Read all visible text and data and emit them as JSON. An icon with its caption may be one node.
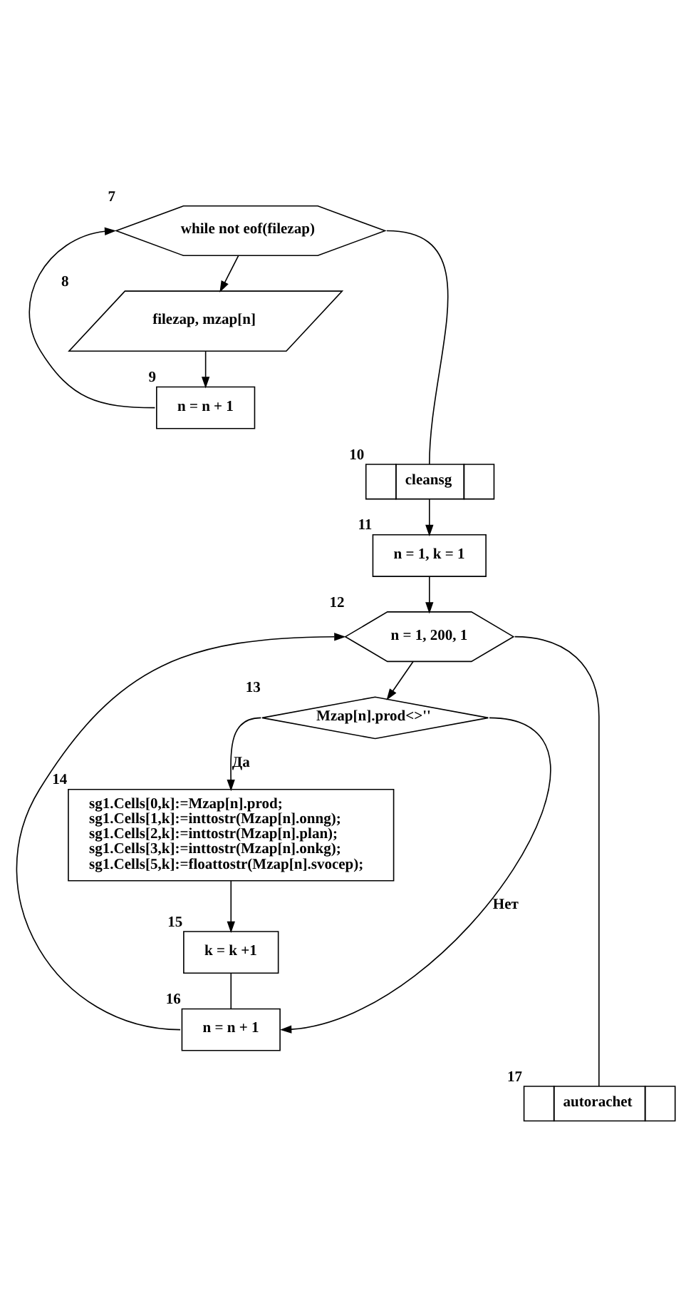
{
  "diagram": {
    "nodes": [
      {
        "text": [
          "while not eof(filezap)"
        ],
        "beside": [
          "7"
        ]
      },
      {
        "text": [
          "filezap, mzap[n]"
        ],
        "beside": [
          "8"
        ]
      },
      {
        "text": [
          "n = n + 1"
        ],
        "beside": [
          "9"
        ]
      },
      {
        "text": [
          "cleansg"
        ],
        "beside": [
          "10"
        ]
      },
      {
        "text": [
          "n = 1, k = 1"
        ],
        "beside": [
          "11"
        ]
      },
      {
        "text": [
          "n = 1, 200, 1"
        ],
        "beside": [
          "12"
        ]
      },
      {
        "text": [
          "Mzap[n].prod<>''"
        ],
        "beside": [
          "13"
        ]
      },
      {
        "text": [
          "sg1.Cells[0,k]:=Mzap[n].prod;",
          "sg1.Cells[1,k]:=inttostr(Mzap[n].onng);",
          "sg1.Cells[2,k]:=inttostr(Mzap[n].plan);",
          "sg1.Cells[3,k]:=inttostr(Mzap[n].onkg);",
          "sg1.Cells[5,k]:=floattostr(Mzap[n].svocep);"
        ],
        "beside": [
          "14"
        ]
      },
      {
        "text": [
          "k = k +1"
        ],
        "beside": [
          "15"
        ]
      },
      {
        "text": [
          "n = n + 1"
        ],
        "beside": [
          "16"
        ]
      },
      {
        "text": [
          "autorachet"
        ],
        "beside": [
          "17"
        ]
      }
    ],
    "edges": [
      {
        "from": 0,
        "to": 1,
        "arrow": "to"
      },
      {
        "from": 1,
        "to": 2,
        "arrow": "to"
      },
      {
        "from": 2,
        "to": 0,
        "arrow": "to"
      },
      {
        "from": 0,
        "to": 3,
        "arrow": "none"
      },
      {
        "from": 3,
        "to": 4,
        "arrow": "to"
      },
      {
        "from": 4,
        "to": 5,
        "arrow": "to"
      },
      {
        "from": 5,
        "to": 6,
        "arrow": "to"
      },
      {
        "from": 6,
        "to": 7,
        "arrow": "to",
        "label": "Да"
      },
      {
        "from": 6,
        "to": 9,
        "arrow": "to",
        "label": "Нет"
      },
      {
        "from": 7,
        "to": 8,
        "arrow": "to"
      },
      {
        "from": 8,
        "to": 9,
        "arrow": "none"
      },
      {
        "from": 9,
        "to": 5,
        "arrow": "to"
      },
      {
        "from": 5,
        "to": 10,
        "arrow": "none"
      }
    ]
  }
}
